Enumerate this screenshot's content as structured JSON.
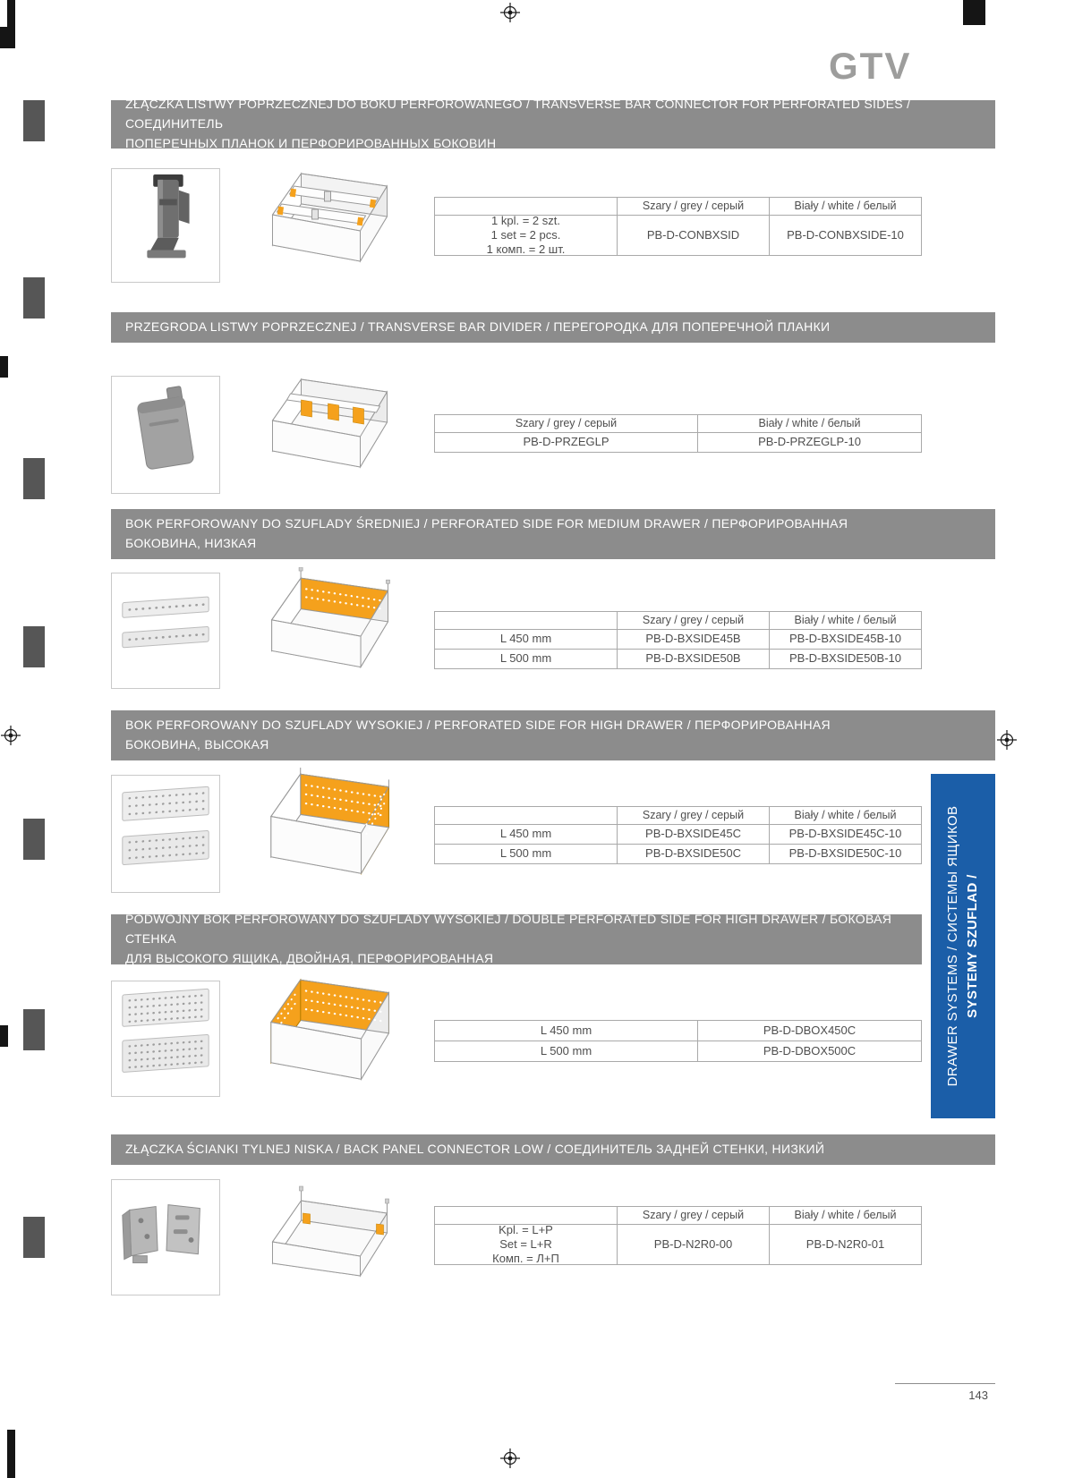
{
  "brand": "GTV",
  "page_number": "143",
  "colors": {
    "accent_orange": "#f5a11c",
    "title_bar_grey": "#8c8c8c",
    "sidebar_blue": "#1b5ea8",
    "logo_grey": "#9d9d9c"
  },
  "sidebar_tab": {
    "line_regular": "DRAWER SYSTEMS / СИСТЕМЫ ЯЩИКОВ",
    "line_bold": "SYSTEMY SZUFLAD /"
  },
  "sections": [
    {
      "title": "ZŁĄCZKA LISTWY POPRZECZNEJ DO BOKU PERFOROWANEGO / TRANSVERSE BAR CONNECTOR FOR PERFORATED SIDES / СОЕДИНИТЕЛЬ\nПОПЕРЕЧНЫХ ПЛАНОК И ПЕРФОРИРОВАННЫХ БОКОВИН",
      "table": {
        "headers": [
          "Szary / grey / серый",
          "Biały / white / белый"
        ],
        "rows": [
          {
            "label_lines": [
              "1 kpl. = 2 szt.",
              "1 set = 2 pcs.",
              "1 комп. = 2 шт."
            ],
            "grey": "PB-D-CONBXSID",
            "white": "PB-D-CONBXSIDE-10"
          }
        ]
      }
    },
    {
      "title": "PRZEGRODA LISTWY POPRZECZNEJ / TRANSVERSE BAR DIVIDER / ПЕРЕГОРОДКА ДЛЯ ПОПЕРЕЧНОЙ ПЛАНКИ",
      "table": {
        "headers": [
          "Szary / grey / серый",
          "Biały / white / белый"
        ],
        "rows": [
          {
            "grey": "PB-D-PRZEGLP",
            "white": "PB-D-PRZEGLP-10"
          }
        ]
      }
    },
    {
      "title": "BOK PERFOROWANY  DO SZUFLADY ŚREDNIEJ / PERFORATED SIDE FOR MEDIUM DRAWER / ПЕРФОРИРОВАННАЯ\nБОКОВИНА, НИЗКАЯ",
      "table": {
        "headers": [
          "Szary / grey / серый",
          "Biały / white / белый"
        ],
        "rows": [
          {
            "label": "L 450 mm",
            "grey": "PB-D-BXSIDE45B",
            "white": "PB-D-BXSIDE45B-10"
          },
          {
            "label": "L 500 mm",
            "grey": "PB-D-BXSIDE50B",
            "white": "PB-D-BXSIDE50B-10"
          }
        ]
      }
    },
    {
      "title": "BOK PERFOROWANY  DO SZUFLADY WYSOKIEJ / PERFORATED SIDE FOR HIGH DRAWER / ПЕРФОРИРОВАННАЯ\nБОКОВИНА, ВЫСОКАЯ",
      "table": {
        "headers": [
          "Szary / grey / серый",
          "Biały / white / белый"
        ],
        "rows": [
          {
            "label": "L 450 mm",
            "grey": "PB-D-BXSIDE45C",
            "white": "PB-D-BXSIDE45C-10"
          },
          {
            "label": "L 500 mm",
            "grey": "PB-D-BXSIDE50C",
            "white": "PB-D-BXSIDE50C-10"
          }
        ]
      }
    },
    {
      "title": "PODWÓJNY BOK PERFOROWANY DO SZUFLADY WYSOKIEJ / DOUBLE PERFORATED SIDE FOR HIGH DRAWER / БОКОВАЯ СТЕНКА\nДЛЯ ВЫСОКОГО ЯЩИКА, ДВОЙНАЯ, ПЕРФОРИРОВАННАЯ",
      "table": {
        "rows": [
          {
            "label": "L 450 mm",
            "code": "PB-D-DBOX450C"
          },
          {
            "label": "L 500 mm",
            "code": "PB-D-DBOX500C"
          }
        ]
      }
    },
    {
      "title": "ZŁĄCZKA ŚCIANKI TYLNEJ NISKA / BACK PANEL CONNECTOR LOW / СОЕДИНИТЕЛЬ ЗАДНЕЙ СТЕНКИ, НИЗКИЙ",
      "table": {
        "headers": [
          "Szary / grey / серый",
          "Biały / white / белый"
        ],
        "rows": [
          {
            "label_lines": [
              "Kpl. = L+P",
              "Set = L+R",
              "Комп. = Л+П"
            ],
            "grey": "PB-D-N2R0-00",
            "white": "PB-D-N2R0-01"
          }
        ]
      }
    }
  ]
}
